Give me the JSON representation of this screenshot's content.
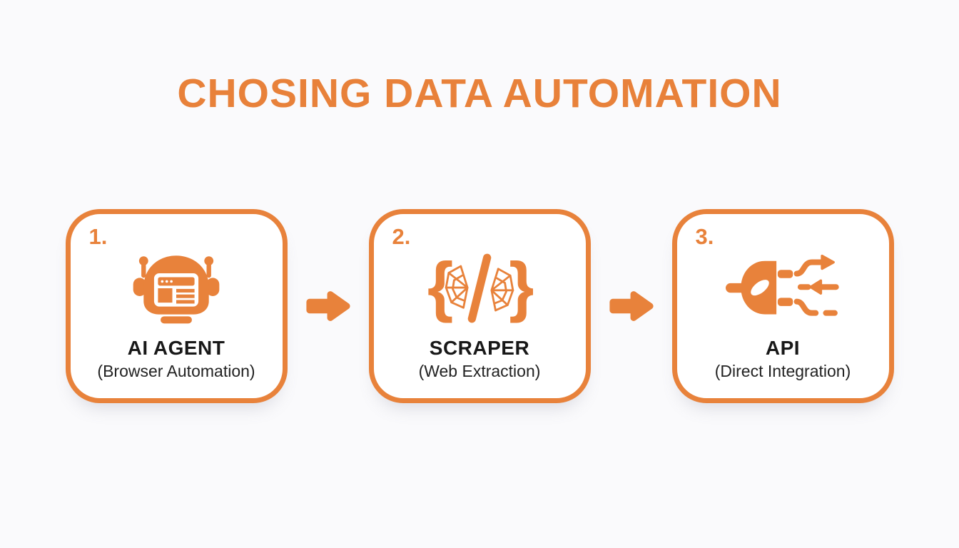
{
  "title": "CHOSING DATA AUTOMATION",
  "colors": {
    "accent": "#e8823b",
    "title_accent": "#e8813a",
    "background": "#fafafc",
    "card_background": "#ffffff",
    "heading_text": "#181818",
    "subtitle_text": "#222222"
  },
  "steps": [
    {
      "number": "1.",
      "icon": "robot-browser-icon",
      "title": "AI AGENT",
      "subtitle": "(Browser Automation)"
    },
    {
      "number": "2.",
      "icon": "code-spiderweb-icon",
      "title": "SCRAPER",
      "subtitle": "(Web Extraction)"
    },
    {
      "number": "3.",
      "icon": "plug-integration-icon",
      "title": "API",
      "subtitle": "(Direct Integration)"
    }
  ],
  "connector": "right-arrow-icon"
}
